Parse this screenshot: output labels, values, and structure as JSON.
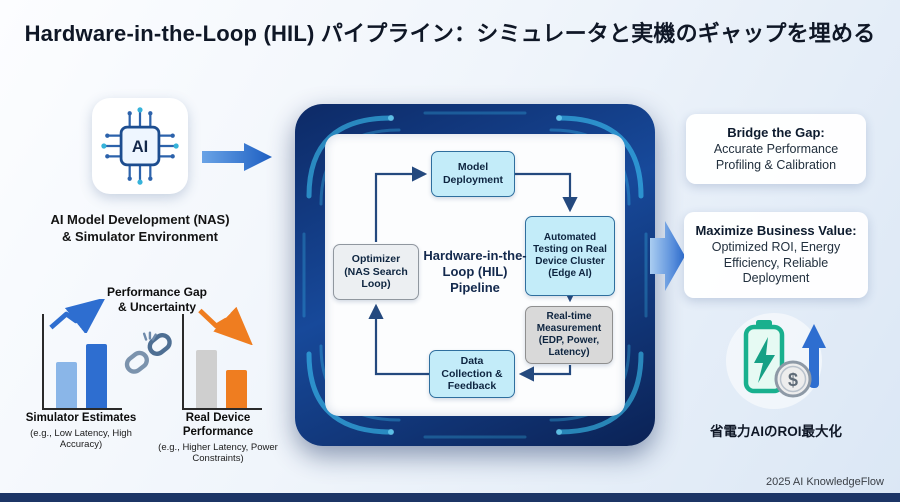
{
  "title": "Hardware-in-the-Loop (HIL) パイプライン：シミュレータと実機のギャップを埋める",
  "left": {
    "ai_icon_label": "AI",
    "dev_line1": "AI Model Development (NAS)",
    "dev_line2": "& Simulator Environment",
    "gap_title_line1": "Performance Gap",
    "gap_title_line2": "& Uncertainty",
    "simulator_title": "Simulator Estimates",
    "simulator_subtitle": "(e.g., Low Latency, High Accuracy)",
    "real_title": "Real Device Performance",
    "real_subtitle": "(e.g., Higher Latency, Power Constraints)"
  },
  "pipeline": {
    "center_label": "Hardware-in-the-Loop (HIL) Pipeline",
    "model_deployment": "Model Deployment",
    "automated_testing": "Automated Testing on Real Device Cluster (Edge AI)",
    "realtime_measurement": "Real-time Measurement (EDP, Power, Latency)",
    "data_collection": "Data Collection & Feedback",
    "optimizer": "Optimizer (NAS Search Loop)"
  },
  "right": {
    "card1_title": "Bridge the Gap:",
    "card1_body": "Accurate Performance Profiling & Calibration",
    "card2_title": "Maximize Business Value:",
    "card2_body": "Optimized ROI, Energy Efficiency, Reliable Deployment",
    "coin_symbol": "$",
    "battery_label": "省電力AIのROI最大化"
  },
  "footer": "2025 AI KnowledgeFlow",
  "colors": {
    "accent_blue": "#2e6ed0",
    "frame_navy": "#123a7e",
    "glow_cyan": "#3fd2ff",
    "box_light_blue": "#c3ecf9",
    "box_gray": "#d9d9d9",
    "orange": "#ef7d20",
    "battery_green": "#19b08e"
  }
}
